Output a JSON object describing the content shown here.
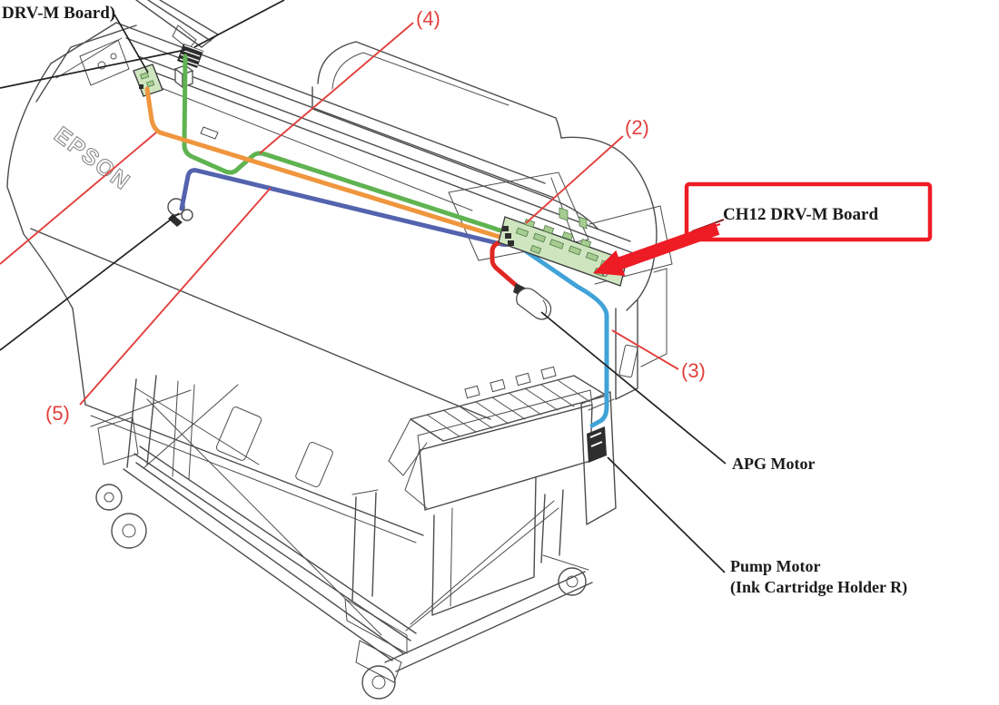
{
  "figure": {
    "type": "large-format printer cable routing diagram (isometric service illustration)",
    "brand_logo": "EPSON"
  },
  "callouts": {
    "partial_top_left": "DRV-M Board)",
    "num2": "(2)",
    "num3": "(3)",
    "num4": "(4)",
    "num5": "(5)",
    "boxed": "CH12 DRV-M Board",
    "apg_motor": "APG Motor",
    "pump_motor_line1": "Pump Motor",
    "pump_motor_line2": "(Ink Cartridge Holder R)"
  },
  "cables": [
    {
      "name": "orange-cable",
      "color": "#ef963e"
    },
    {
      "name": "green-cable",
      "color": "#5fb351"
    },
    {
      "name": "blue-cable",
      "color": "#5463ae"
    },
    {
      "name": "red-cable",
      "color": "#e02722"
    },
    {
      "name": "cyan-cable",
      "color": "#41a3d8"
    }
  ],
  "colors": {
    "callout_red": "#e2403d",
    "box_red": "#ee1c25",
    "label_black": "#1b1b1b",
    "line_gray": "#4d4d4d",
    "pcb_fill": "#cfe5c0",
    "pcb_component": "#a6cc92",
    "pcb_stroke": "#4e7b45"
  }
}
